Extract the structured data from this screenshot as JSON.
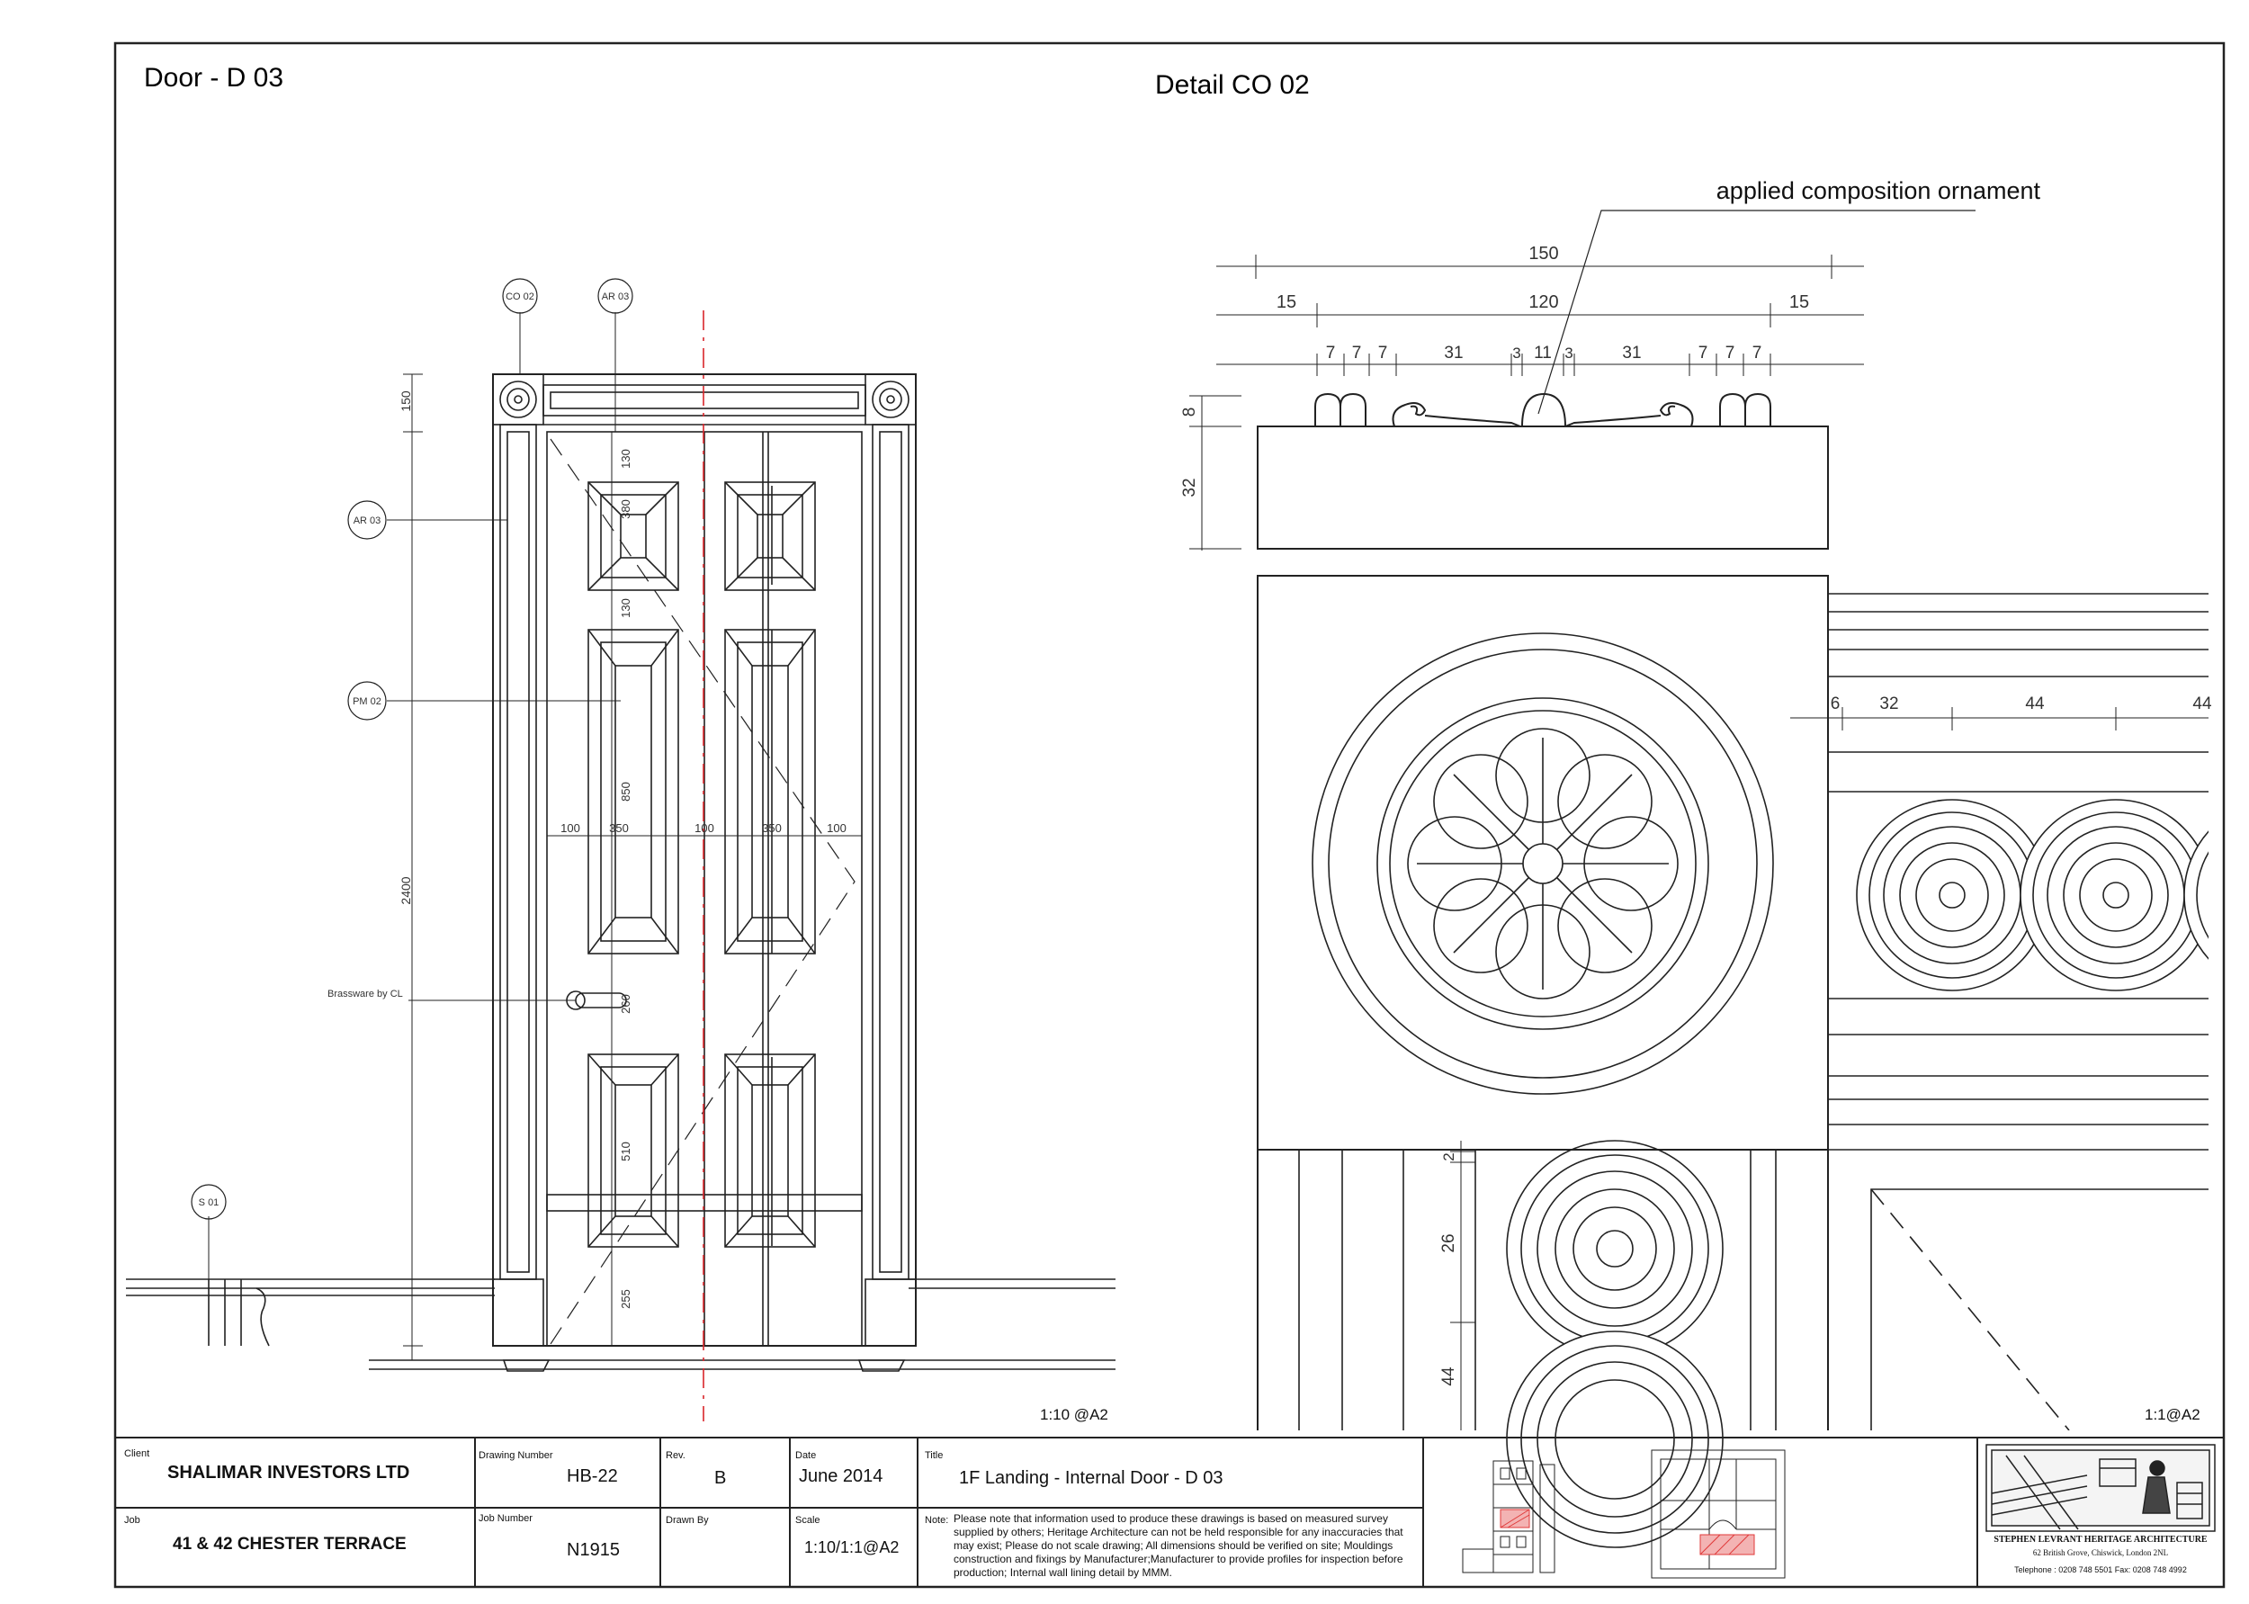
{
  "sheet": {
    "left_title": "Door - D 03",
    "right_title": "Detail CO 02",
    "left_scale": "1:10 @A2",
    "right_scale": "1:1@A2"
  },
  "door_drawing": {
    "tags": [
      "CO 02",
      "AR 03",
      "AR 03",
      "PM 02",
      "S 01"
    ],
    "callout": "Brassware by CL",
    "vertical_dims": [
      "150",
      "2400"
    ],
    "panel_dims": [
      "130",
      "380",
      "130",
      "850",
      "260",
      "510",
      "255"
    ],
    "width_dims": [
      "100",
      "350",
      "100",
      "350",
      "100"
    ]
  },
  "detail_drawing": {
    "callout": "applied composition ornament",
    "dim_overall": "150",
    "dim_mid": [
      "15",
      "120",
      "15"
    ],
    "dim_small": [
      "7",
      "7",
      "7",
      "31",
      "3",
      "11",
      "3",
      "31",
      "7",
      "7",
      "7"
    ],
    "dim_height": [
      "8",
      "32"
    ],
    "dim_right": [
      "6",
      "32",
      "44",
      "44"
    ],
    "dim_lower": [
      "2",
      "26",
      "44"
    ]
  },
  "title_block": {
    "client_label": "Client",
    "client": "SHALIMAR INVESTORS LTD",
    "job_label": "Job",
    "job": "41 & 42 CHESTER TERRACE",
    "drawing_number_label": "Drawing Number",
    "drawing_number": "HB-22",
    "job_number_label": "Job Number",
    "job_number": "N1915",
    "rev_label": "Rev.",
    "rev": "B",
    "drawn_by_label": "Drawn By",
    "date_label": "Date",
    "date": "June 2014",
    "scale_label": "Scale",
    "scale": "1:10/1:1@A2",
    "title_label": "Title",
    "title": "1F Landing - Internal Door - D 03",
    "note_label": "Note:",
    "note": "Please note that information used to produce these drawings is based on measured survey supplied by others; Heritage Architecture can not be held responsible for any inaccuracies that may exist; Please do not scale drawing; All dimensions should be verified on site; Mouldings construction and fixings by Manufacturer;Manufacturer to provide profiles for inspection before production; Internal wall lining detail by MMM.",
    "firm_name": "STEPHEN LEVRANT  HERITAGE ARCHITECTURE",
    "firm_address": "62 British Grove, Chiswick, London 2NL",
    "firm_phone": "Telephone : 0208 748 5501 Fax: 0208 748 4992"
  },
  "colors": {
    "line": "#222222",
    "center_line": "#d9262b",
    "hatch": "#e03a3a"
  }
}
